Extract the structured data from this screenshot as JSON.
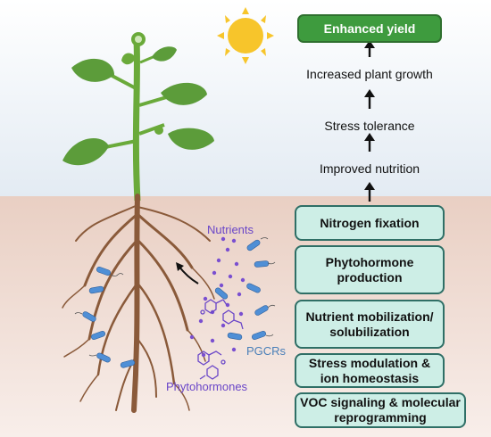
{
  "flow": {
    "top": "Enhanced yield",
    "steps": [
      "Increased plant growth",
      "Stress tolerance",
      "Improved nutrition"
    ],
    "mechanisms": [
      "Nitrogen fixation",
      "Phytohormone\nproduction",
      "Nutrient mobilization/\nsolubilization",
      "Stress modulation &\nion homeostasis",
      "VOC signaling & molecular\nreprogramming"
    ]
  },
  "labels": {
    "nutrients": "Nutrients",
    "pgcrs": "PGCRs",
    "phytohormones": "Phytohormones"
  },
  "colors": {
    "sky": "#eef3f8",
    "soil": "#f0ddd4",
    "box_fill": "#cdeee6",
    "box_border": "#2f6f66",
    "yield_fill": "#3e9b3e",
    "nutrient_dots": "#7a4fd0",
    "label_purple": "#6a46c8",
    "label_blue": "#4a7fb8",
    "bacteria": "#4f8fd6",
    "root": "#8a5a3a",
    "stem": "#6aaa3a",
    "leaf": "#5c9c3a",
    "sun": "#f7c52b"
  },
  "icons": [
    "sun-icon",
    "plant-icon",
    "bacteria-icon",
    "phytohormone-molecule-icon",
    "arrow-up-icon"
  ]
}
